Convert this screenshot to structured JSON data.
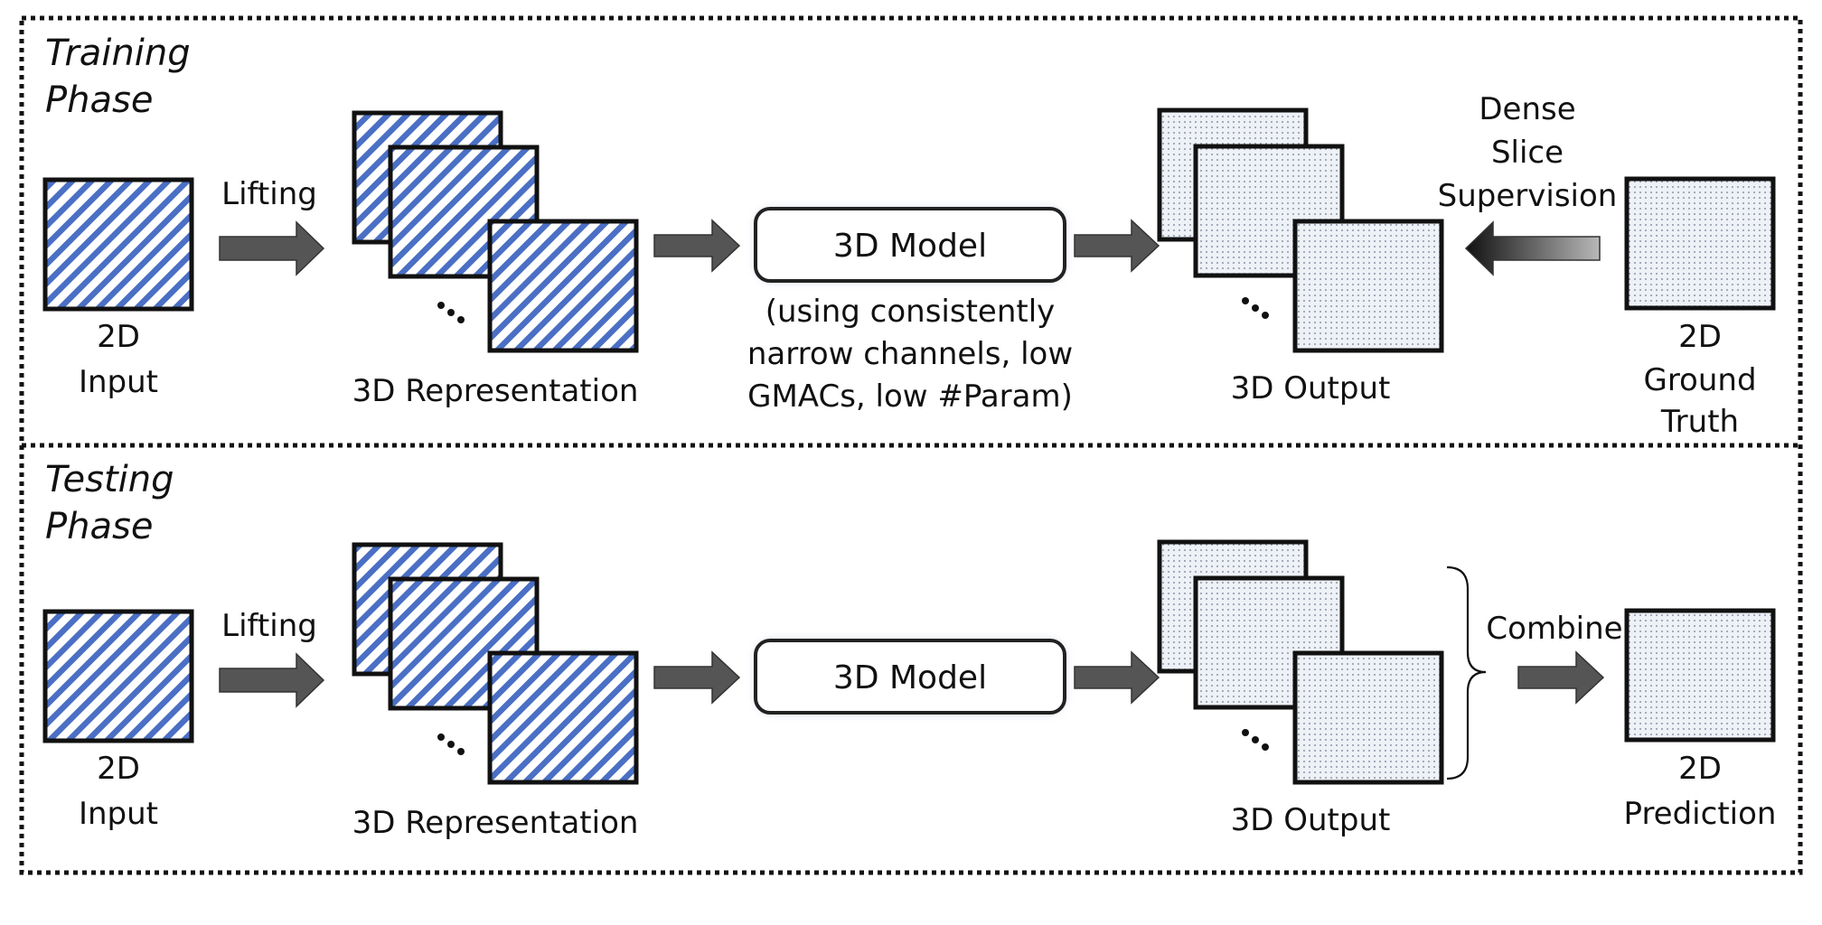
{
  "training": {
    "title_line1": "Training",
    "title_line2": "Phase",
    "input_label_line1": "2D",
    "input_label_line2": "Input",
    "lifting_label": "Lifting",
    "representation_label": "3D Representation",
    "model_label": "3D Model",
    "model_note_line1": "(using consistently",
    "model_note_line2": "narrow channels, low",
    "model_note_line3": "GMACs, low #Param)",
    "output_label": "3D Output",
    "supervision_line1": "Dense",
    "supervision_line2": "Slice",
    "supervision_line3": "Supervision",
    "ground_truth_line1": "2D",
    "ground_truth_line2": "Ground",
    "ground_truth_line3": "Truth"
  },
  "testing": {
    "title_line1": "Testing",
    "title_line2": "Phase",
    "input_label_line1": "2D",
    "input_label_line2": "Input",
    "lifting_label": "Lifting",
    "representation_label": "3D Representation",
    "model_label": "3D Model",
    "output_label": "3D Output",
    "combine_label": "Combine",
    "prediction_line1": "2D",
    "prediction_line2": "Prediction"
  },
  "colors": {
    "hatch_stripe": "#4a6fc4",
    "dot_fill": "#8a96a8",
    "arrow_fill": "#555555",
    "model_glow": "#9fb3e0"
  }
}
